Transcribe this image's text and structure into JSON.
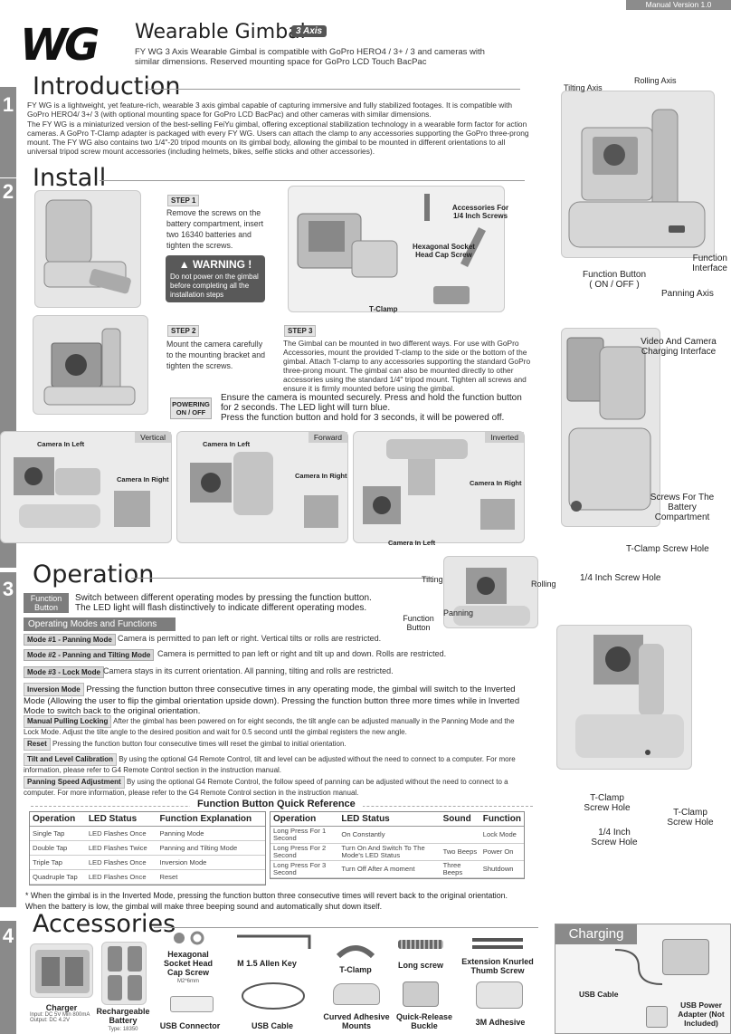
{
  "header": {
    "manual_version": "Manual Version 1.0",
    "logo_text": "WG",
    "title": "Wearable Gimbal",
    "badge": "3 Axis",
    "subtitle_line1": "FY WG 3 Axis Wearable Gimbal is compatible with GoPro HERO4 / 3+ / 3 and cameras with",
    "subtitle_line2": "similar dimensions. Reserved mounting space for GoPro LCD Touch BacPac"
  },
  "intro": {
    "number": "1",
    "title": "Introduction",
    "para1": "FY WG is a lightweight, yet feature-rich, wearable 3 axis gimbal capable of capturing immersive and fully stabilized footages. It is compatible with GoPro HERO4/ 3+/ 3 (with optional mounting space for GoPro LCD BacPac) and other cameras with similar dimensions.",
    "para2": "The FY WG is a miniaturized version of the best-selling FeiYu gimbal, offering exceptional stabilization technology in a wearable form factor for action cameras. A GoPro T-Clamp adapter is packaged with every FY WG. Users can attach the clamp to any accessories supporting the GoPro three-prong mount. The FY WG also contains two 1/4\"-20 tripod mounts on its gimbal body, allowing the gimbal to be mounted in different orientations to all universal tripod screw mount accessories (including helmets, bikes, selfie sticks and other accessories)."
  },
  "diagram1": {
    "tilting_axis": "Tilting Axis",
    "rolling_axis": "Rolling Axis",
    "function_button": "Function Button",
    "on_off": "( ON / OFF )",
    "function_interface": "Function Interface",
    "panning_axis": "Panning Axis"
  },
  "install": {
    "number": "2",
    "title": "Install",
    "step1_tag": "STEP 1",
    "step1_text": "Remove the screws on the battery compartment, insert two 16340 batteries and tighten the screws.",
    "warning_title": "WARNING !",
    "warning_text": "Do not power on the gimbal before completing all the installation steps",
    "accessories_label": "Accessories For 1/4 Inch Screws",
    "hex_label": "Hexagonal Socket Head Cap Screw",
    "tclamp_label": "T-Clamp",
    "step2_tag": "STEP 2",
    "step2_text": "Mount the camera carefully to the mounting bracket and tighten the screws.",
    "step3_tag": "STEP 3",
    "step3_text": "The Gimbal can be mounted in two different ways. For use with GoPro Accessories, mount the provided T-clamp to the side or the bottom of the gimbal. Attach T-clamp to any accessories supporting the standard GoPro three-prong mount. The gimbal can also be mounted directly to other accessories using the standard 1/4\" tripod mount. Tighten all screws and ensure it is firmly mounted before using the gimbal.",
    "powering_tag": "POWERING ON / OFF",
    "powering_line1": "Ensure the camera is mounted securely. Press and hold the function button",
    "powering_line2": "for 2 seconds. The LED light will turn blue.",
    "powering_line3": "Press the function button and hold for 3 seconds, it will be powered off."
  },
  "orientations": {
    "vertical": "Vertical",
    "forward": "Forward",
    "inverted": "Inverted",
    "camera_in_left": "Camera In Left",
    "camera_in_right": "Camera In Right"
  },
  "diagram2": {
    "video_charging": "Video And Camera Charging Interface",
    "screws_battery": "Screws For The Battery Compartment",
    "tclamp_screw_hole": "T-Clamp Screw Hole",
    "quarter_inch_hole": "1/4 Inch Screw Hole"
  },
  "operation": {
    "number": "3",
    "title": "Operation",
    "tilting": "Tilting",
    "rolling": "Rolling",
    "panning": "Panning",
    "function_button": "Function Button",
    "func_tag": "Function Button",
    "func_line1": "Switch between different operating modes by pressing the function button.",
    "func_line2": "The LED light will flash distinctively to indicate different operating modes.",
    "modes_header": "Operating Modes and Functions",
    "mode1_tag": "Mode #1 - Panning Mode",
    "mode1_text": "Camera is permitted to pan left or right. Vertical tilts or rolls are restricted.",
    "mode2_tag": "Mode #2 - Panning and Tilting Mode",
    "mode2_text": "Camera is permitted to pan left or right and tilt up and down. Rolls are restricted.",
    "mode3_tag": "Mode #3 - Lock Mode",
    "mode3_text": "Camera stays in its current orientation. All panning, tilting and rolls are restricted.",
    "inversion_tag": "Inversion Mode",
    "inversion_text": "Pressing the function button three consecutive times in any operating mode, the gimbal will switch to the Inverted Mode (Allowing the user to flip the gimbal orientation upside down). Pressing the function button three more times while in Inverted Mode to switch back to the original orientation.",
    "manual_tag": "Manual Pulling Locking",
    "manual_text": "After the gimbal has been powered on for eight seconds, the tilt angle can be adjusted manually in the Panning Mode and the Lock Mode. Adjust the tilte angle to the desired position and wait for 0.5 second until the gimbal registers the new angle.",
    "reset_tag": "Reset",
    "reset_text": "Pressing the function button four consecutive times will reset the gimbal to initial orientation.",
    "tilt_tag": "Tilt and Level Calibration",
    "tilt_text": "By using the optional G4 Remote Control, tilt and level can be adjusted without the need to connect to a computer. For more information, please refer to G4 Remote Control section in the instruction manual.",
    "panspeed_tag": "Panning Speed Adjustment",
    "panspeed_text": "By using the optional G4 Remote Control, the follow speed of panning can be adjusted without the need to connect to a computer. For more information, please refer to the G4 Remote Control section in the instruction manual.",
    "quick_ref_title": "Function Button Quick Reference",
    "table_left_headers": [
      "Operation",
      "LED Status",
      "Function Explanation"
    ],
    "table_left_rows": [
      [
        "Single Tap",
        "LED Flashes Once",
        "Panning Mode"
      ],
      [
        "Double Tap",
        "LED Flashes Twice",
        "Panning and Tilting Mode"
      ],
      [
        "Triple Tap",
        "LED Flashes Once",
        "Inversion Mode"
      ],
      [
        "Quadruple Tap",
        "LED Flashes Once",
        "Reset"
      ]
    ],
    "table_right_headers": [
      "Operation",
      "LED Status",
      "Sound",
      "Function"
    ],
    "table_right_rows": [
      [
        "Long Press For 1 Second",
        "On Constantly",
        "",
        "Lock Mode"
      ],
      [
        "Long Press For 2 Second",
        "Turn On And Switch To The Mode's LED Status",
        "Two Beeps",
        "Power On"
      ],
      [
        "Long Press For 3 Second",
        "Turn Off After A moment",
        "Three Beeps",
        "Shutdown"
      ]
    ],
    "note1": "* When the gimbal is in the Inverted Mode, pressing the function button three consecutive times will revert back to the original orientation.",
    "note2": "When the battery is low, the gimbal will make three beeping sound and automatically shut down itself."
  },
  "diagram3": {
    "tclamp_hole": "T-Clamp Screw Hole",
    "quarter_hole": "1/4 Inch Screw Hole",
    "tclamp_hole2": "T-Clamp Screw Hole"
  },
  "accessories": {
    "number": "4",
    "title": "Accessories",
    "charger": "Charger",
    "charger_spec1": "Input: DC 5V Min 800mA",
    "charger_spec2": "Output: DC 4.2V",
    "battery": "Rechargeable Battery",
    "battery_type": "Type: 18350",
    "hex": "Hexagonal Socket Head Cap Screw",
    "hex_size": "M2*6mm",
    "usb_connector": "USB Connector",
    "allen": "M 1.5 Allen Key",
    "usb_cable": "USB Cable",
    "tclamp": "T-Clamp",
    "curved": "Curved Adhesive Mounts",
    "long_screw": "Long screw",
    "quick_release": "Quick-Release Buckle",
    "ext_screw": "Extension Knurled Thumb Screw",
    "adhesive": "3M Adhesive"
  },
  "charging": {
    "title": "Charging",
    "usb_cable": "USB Cable",
    "adapter": "USB Power Adapter (Not Included)"
  }
}
